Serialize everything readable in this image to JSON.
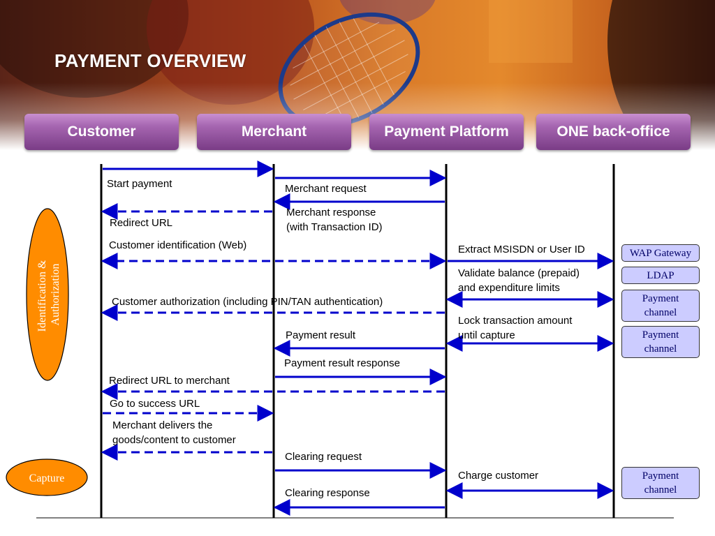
{
  "page": {
    "title": "PAYMENT OVERVIEW"
  },
  "actors": [
    {
      "label": "Customer"
    },
    {
      "label": "Merchant"
    },
    {
      "label": "Payment Platform"
    },
    {
      "label": "ONE back-office"
    }
  ],
  "phases": {
    "identification": [
      "Identification &",
      "Authorization"
    ],
    "capture": "Capture"
  },
  "messages": [
    {
      "from": "customer",
      "to": "merchant",
      "style": "solid",
      "lines": [
        "Start payment"
      ]
    },
    {
      "from": "merchant",
      "to": "payment_platform",
      "style": "solid",
      "lines": [
        "Merchant request"
      ]
    },
    {
      "from": "payment_platform",
      "to": "merchant",
      "style": "solid",
      "lines": [
        "Merchant response",
        "(with Transaction ID)"
      ]
    },
    {
      "from": "merchant",
      "to": "customer",
      "style": "dashed",
      "lines": [
        "Redirect URL"
      ]
    },
    {
      "from": "payment_platform",
      "to": "customer",
      "style": "dashed",
      "bidirectional": true,
      "lines": [
        "Customer identification (Web)"
      ]
    },
    {
      "from": "payment_platform",
      "to": "one_back_office",
      "style": "solid",
      "lines": [
        "Extract MSISDN or User ID"
      ]
    },
    {
      "from": "payment_platform",
      "to": "one_back_office",
      "style": "solid",
      "bidirectional": true,
      "lines": [
        "Validate balance (prepaid)",
        "and expenditure limits"
      ]
    },
    {
      "from": "payment_platform",
      "to": "customer",
      "style": "dashed",
      "lines": [
        "Customer authorization (including PIN/TAN authentication)"
      ]
    },
    {
      "from": "payment_platform",
      "to": "one_back_office",
      "style": "solid",
      "bidirectional": true,
      "lines": [
        "Lock transaction amount",
        "until capture"
      ]
    },
    {
      "from": "payment_platform",
      "to": "merchant",
      "style": "solid",
      "lines": [
        "Payment result"
      ]
    },
    {
      "from": "merchant",
      "to": "payment_platform",
      "style": "solid",
      "lines": [
        "Payment result response"
      ]
    },
    {
      "from": "payment_platform",
      "to": "customer",
      "style": "dashed",
      "lines": [
        "Redirect URL to merchant"
      ]
    },
    {
      "from": "customer",
      "to": "merchant",
      "style": "dashed",
      "lines": [
        "Go to success URL"
      ]
    },
    {
      "from": "merchant",
      "to": "customer",
      "style": "dashed",
      "lines": [
        "Merchant delivers the",
        "goods/content to customer"
      ]
    },
    {
      "from": "merchant",
      "to": "payment_platform",
      "style": "solid",
      "lines": [
        "Clearing request"
      ]
    },
    {
      "from": "payment_platform",
      "to": "one_back_office",
      "style": "solid",
      "bidirectional": true,
      "lines": [
        "Charge customer"
      ]
    },
    {
      "from": "payment_platform",
      "to": "merchant",
      "style": "solid",
      "lines": [
        "Clearing response"
      ]
    }
  ],
  "side_boxes": [
    {
      "label": "WAP Gateway"
    },
    {
      "label": "LDAP"
    },
    {
      "label": "Payment\nchannel"
    },
    {
      "label": "Payment\nchannel"
    },
    {
      "label": "Payment\nchannel"
    }
  ],
  "colors": {
    "arrow": "#0000cc",
    "lifeline": "#000000",
    "oval_fill": "#ff8c00",
    "side_box_fill": "#ccccff",
    "actor_fill": "#9a5aa5"
  }
}
